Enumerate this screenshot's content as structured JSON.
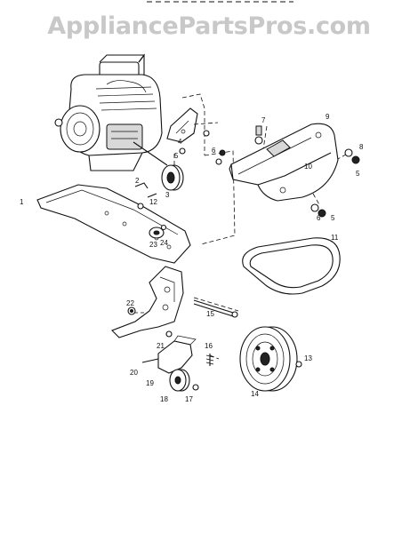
{
  "watermark": "AppliancePartsPros.com",
  "part_labels": [
    "1",
    "2",
    "3",
    "4",
    "5",
    "6",
    "7",
    "8",
    "9",
    "10",
    "11",
    "12",
    "13",
    "14",
    "15",
    "16",
    "17",
    "18",
    "19",
    "20",
    "21",
    "22",
    "23",
    "24"
  ]
}
